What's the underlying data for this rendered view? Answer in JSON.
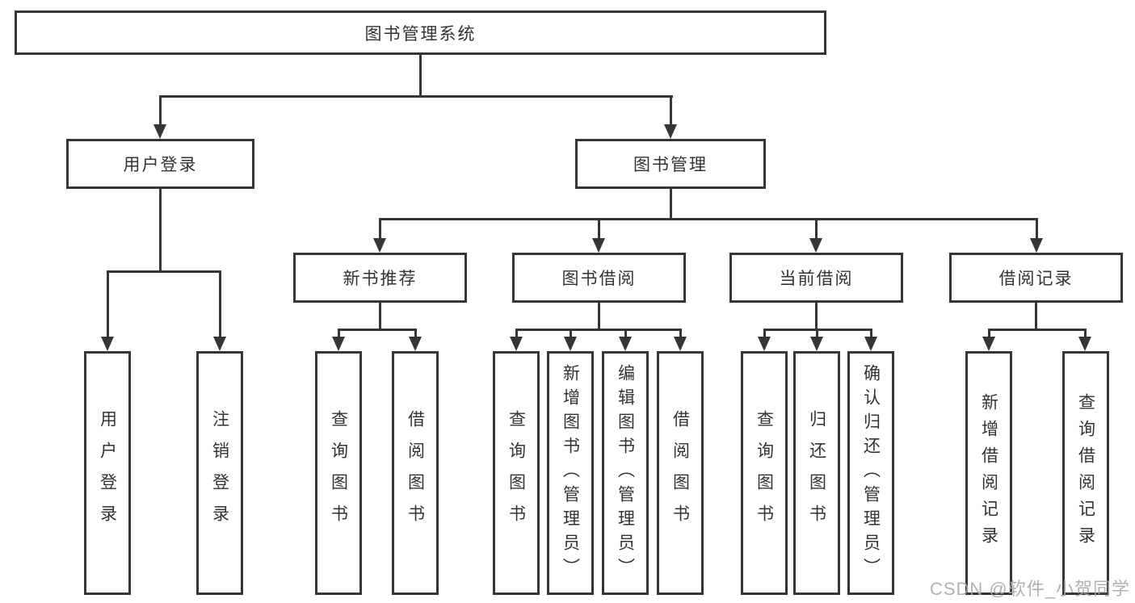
{
  "title": "图书管理系统",
  "nodes": {
    "user_login": "用户登录",
    "book_management": "图书管理",
    "new_book_recommend": "新书推荐",
    "book_borrowing": "图书借阅",
    "current_borrowing": "当前借阅",
    "borrowing_records": "借阅记录"
  },
  "leaves": {
    "user_login_leaf": "用户登录",
    "logout": "注销登录",
    "recommend_query_books": "查询图书",
    "recommend_borrow_books": "借阅图书",
    "borrowing_query_books": "查询图书",
    "borrowing_add_books": "新增图书（管理员）",
    "borrowing_edit_books": "编辑图书（管理员）",
    "borrowing_borrow_books": "借阅图书",
    "current_query_books": "查询图书",
    "current_return_books": "归还图书",
    "current_confirm_return": "确认归还（管理员）",
    "records_add_record": "新增借阅记录",
    "records_query_record": "查询借阅记录"
  },
  "watermark": "CSDN @软件_小贺同学",
  "colors": {
    "line": "#363636",
    "box_border": "#363636",
    "background": "#ffffff",
    "watermark": "#a8a8a8",
    "text": "#333333"
  }
}
